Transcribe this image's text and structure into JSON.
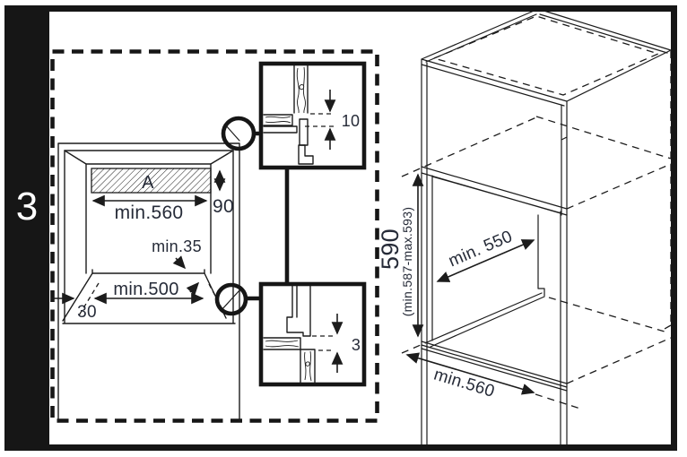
{
  "page": {
    "step_number": "3"
  },
  "colors": {
    "line": "#1c1c1c",
    "text": "#262b38",
    "frame": "#161616",
    "background": "#ffffff"
  },
  "front_view": {
    "oven_trim_label": "A",
    "niche_width": "min.560",
    "trim_height": "90",
    "corner_clearance": "min.35",
    "base_width": "min.500",
    "side_angle": "30"
  },
  "detail_top": {
    "gap": "10"
  },
  "detail_bottom": {
    "gap": "3"
  },
  "isometric_view": {
    "niche_height": "590",
    "niche_height_range": "(min.587-max.593)",
    "niche_depth": "min. 550",
    "niche_width": "min.560"
  }
}
